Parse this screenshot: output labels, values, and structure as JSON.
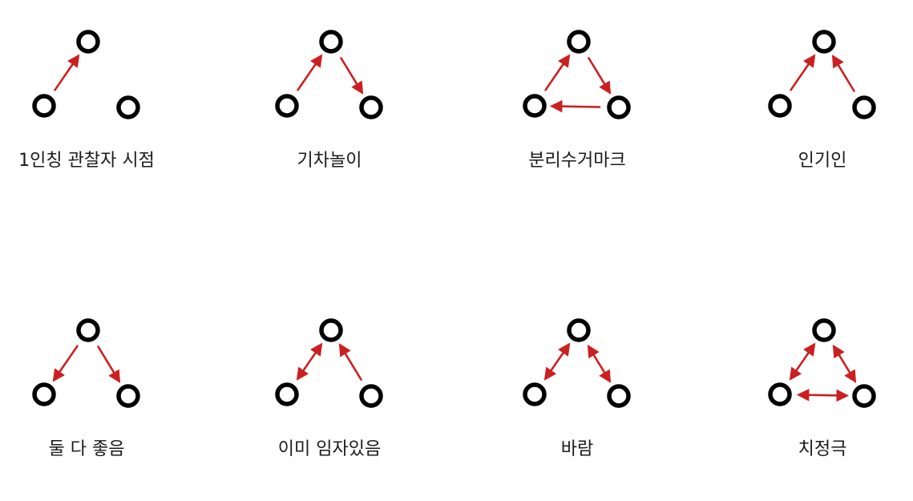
{
  "colors": {
    "arrow": "#cc1f1f",
    "node": "#000000",
    "text": "#1a1a1a",
    "background": "#ffffff"
  },
  "panels": [
    {
      "label": "1인칭 관찰자 시점",
      "edges": [
        {
          "from": "left",
          "to": "top",
          "direction": "forward"
        }
      ]
    },
    {
      "label": "기차놀이",
      "edges": [
        {
          "from": "left",
          "to": "top",
          "direction": "forward"
        },
        {
          "from": "top",
          "to": "right",
          "direction": "forward"
        }
      ]
    },
    {
      "label": "분리수거마크",
      "edges": [
        {
          "from": "left",
          "to": "top",
          "direction": "forward"
        },
        {
          "from": "top",
          "to": "right",
          "direction": "forward"
        },
        {
          "from": "right",
          "to": "left",
          "direction": "forward"
        }
      ]
    },
    {
      "label": "인기인",
      "edges": [
        {
          "from": "left",
          "to": "top",
          "direction": "forward"
        },
        {
          "from": "right",
          "to": "top",
          "direction": "forward"
        }
      ]
    },
    {
      "label": "둘 다 좋음",
      "edges": [
        {
          "from": "top",
          "to": "left",
          "direction": "forward"
        },
        {
          "from": "top",
          "to": "right",
          "direction": "forward"
        }
      ]
    },
    {
      "label": "이미 임자있음",
      "edges": [
        {
          "from": "left",
          "to": "top",
          "direction": "both"
        },
        {
          "from": "right",
          "to": "top",
          "direction": "forward"
        }
      ]
    },
    {
      "label": "바람",
      "edges": [
        {
          "from": "left",
          "to": "top",
          "direction": "both"
        },
        {
          "from": "top",
          "to": "right",
          "direction": "both"
        }
      ]
    },
    {
      "label": "치정극",
      "edges": [
        {
          "from": "left",
          "to": "top",
          "direction": "both"
        },
        {
          "from": "top",
          "to": "right",
          "direction": "both"
        },
        {
          "from": "left",
          "to": "right",
          "direction": "both"
        }
      ]
    }
  ]
}
